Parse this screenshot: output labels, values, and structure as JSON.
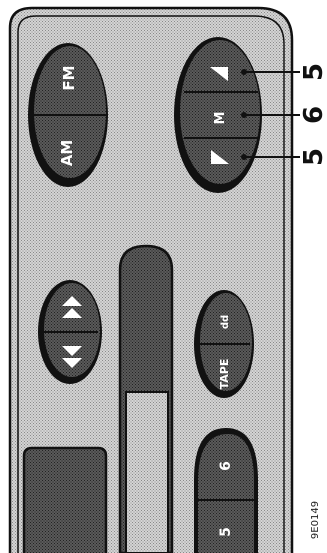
{
  "buttons": {
    "am_label": "AM",
    "fm_label": "FM",
    "m_label": "M",
    "tape_label": "TAPE",
    "tape_label_suffix": "dd",
    "preset_5": "5",
    "preset_6": "6"
  },
  "callouts": {
    "seek_up": "5",
    "mode": "6",
    "seek_down": "5"
  },
  "figure_ref": "9E0149",
  "colors": {
    "panel_fill": "#c9c9c9",
    "button_fill": "#4a4a4a",
    "outline": "#111111"
  }
}
